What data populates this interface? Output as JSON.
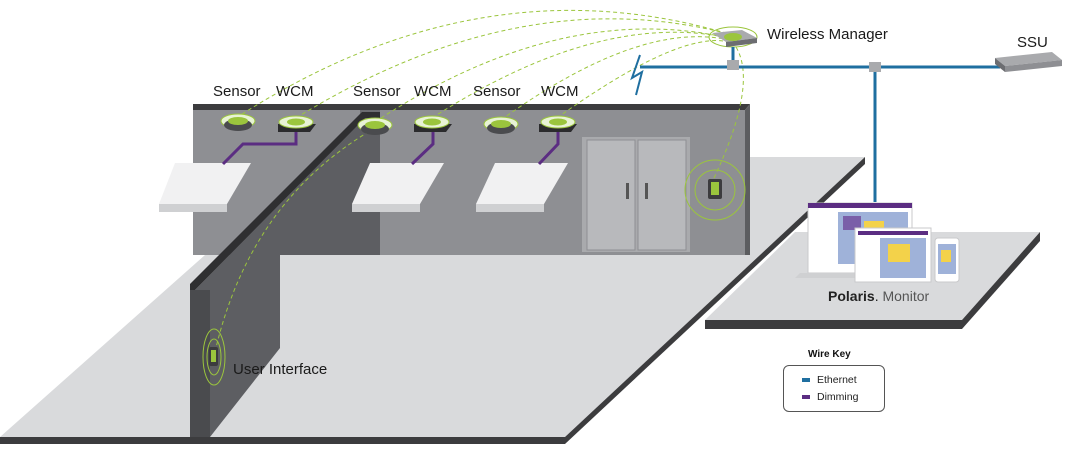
{
  "labels": {
    "wireless_manager": "Wireless Manager",
    "ssu": "SSU",
    "sensor_1": "Sensor",
    "wcm_1": "WCM",
    "sensor_2": "Sensor",
    "wcm_2": "WCM",
    "sensor_3": "Sensor",
    "wcm_3": "WCM",
    "user_interface": "User Interface"
  },
  "monitor": {
    "brand": "Polaris",
    "product": "Monitor"
  },
  "wire_key": {
    "title": "Wire Key",
    "items": [
      {
        "label": "Ethernet",
        "color": "#1f6fa0"
      },
      {
        "label": "Dimming",
        "color": "#5b2d82"
      }
    ]
  },
  "colors": {
    "wall": "#8e8f93",
    "wall_dark": "#707175",
    "floor": "#d9dadc",
    "floor_edge": "#3c3c3e",
    "wireless_link": "#9bc53d",
    "ethernet": "#1f6fa0",
    "dimming": "#5b2d82",
    "fixture": "#f1f1f2"
  }
}
